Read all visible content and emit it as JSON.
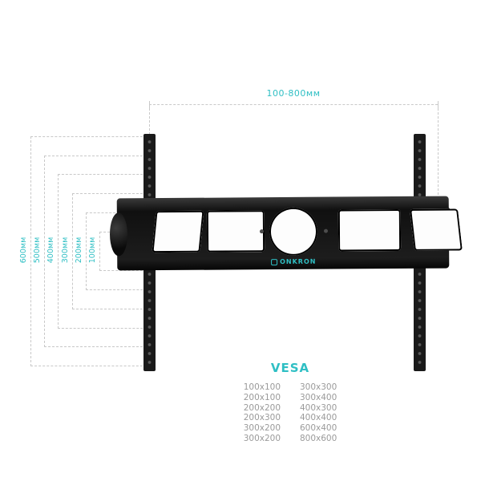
{
  "diagram": {
    "top_dimension": "100-800мм",
    "height_labels": [
      "600мм",
      "500мм",
      "400мм",
      "300мм",
      "200мм",
      "100мм"
    ],
    "brand": "ONKRON",
    "colors": {
      "accent": "#2fbfc4",
      "guide_line": "#c9c9c9",
      "bracket": "#1a1a1a"
    }
  },
  "vesa": {
    "title": "VESA",
    "left": [
      "100x100",
      "200x100",
      "200x200",
      "200x300",
      "300x200",
      "300x200"
    ],
    "right": [
      "300x300",
      "300x400",
      "400x300",
      "400x400",
      "600x400",
      "800x600"
    ]
  }
}
